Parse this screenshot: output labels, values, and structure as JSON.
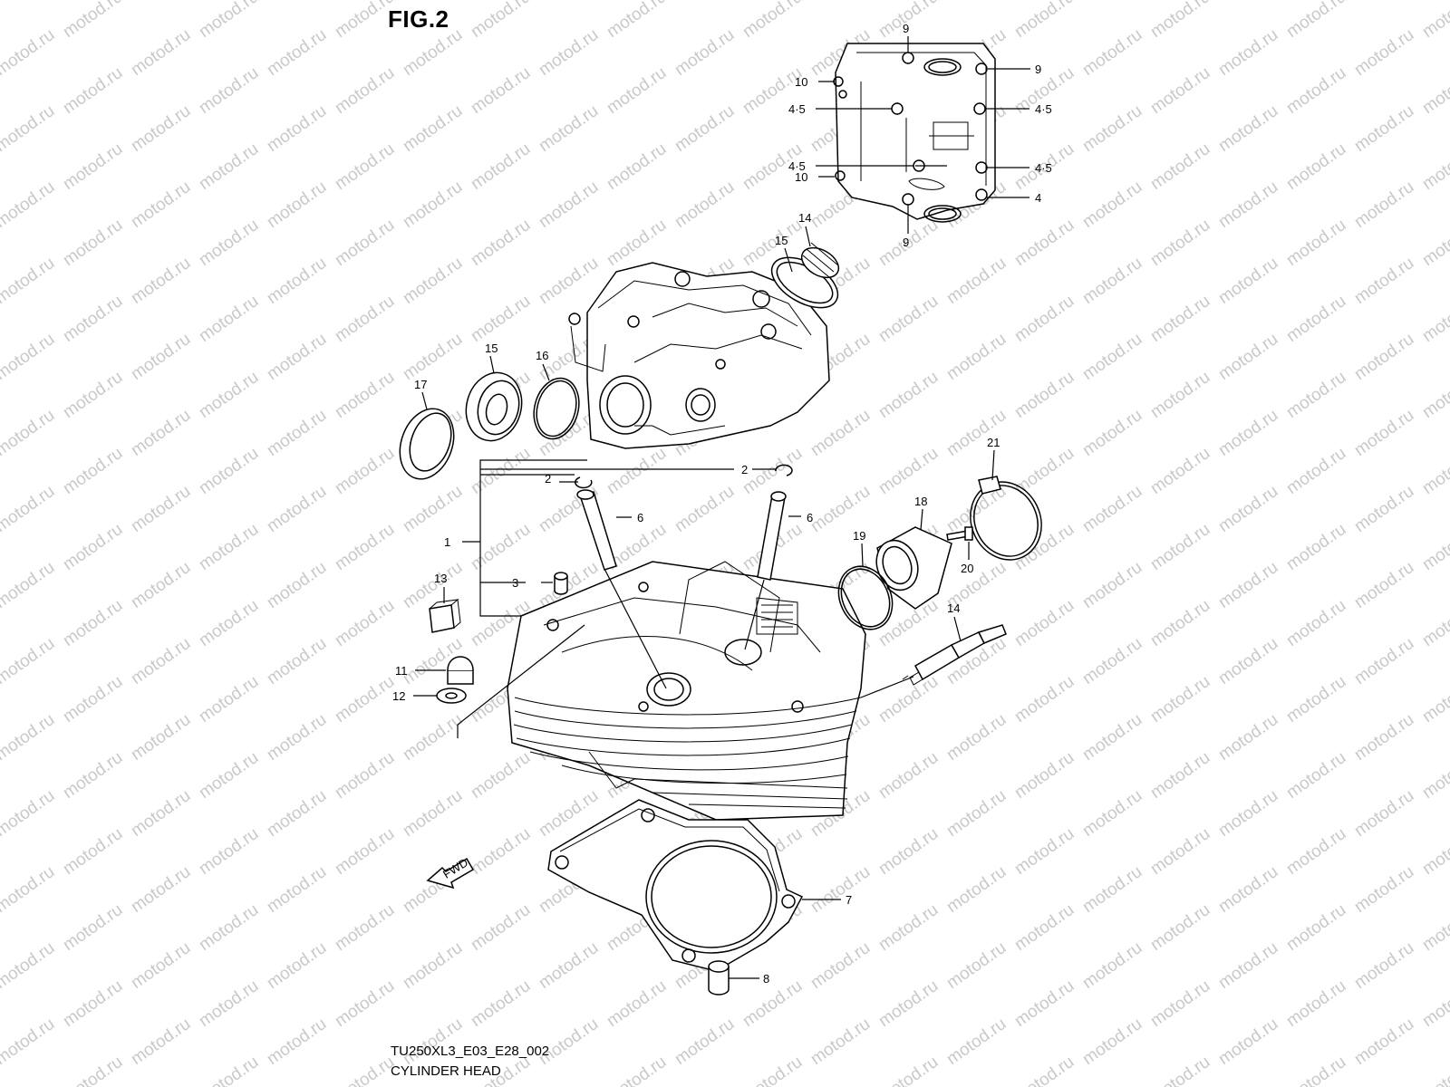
{
  "figure": {
    "title": "FIG.2",
    "model_code": "TU250XL3_E03_E28_002",
    "caption": "CYLINDER HEAD",
    "watermark": "motod.ru",
    "fwd_marker": "FWD"
  },
  "callouts": {
    "c1": "1",
    "c2a": "2",
    "c2b": "2",
    "c3": "3",
    "c4": "4",
    "c45a": "4·5",
    "c45b": "4·5",
    "c45c": "4·5",
    "c45d": "4·5",
    "c6a": "6",
    "c6b": "6",
    "c7": "7",
    "c8": "8",
    "c9a": "9",
    "c9b": "9",
    "c9c": "9",
    "c10a": "10",
    "c10b": "10",
    "c11": "11",
    "c12": "12",
    "c13": "13",
    "c14a": "14",
    "c14b": "14",
    "c15a": "15",
    "c15b": "15",
    "c16": "16",
    "c17": "17",
    "c18": "18",
    "c19": "19",
    "c20": "20",
    "c21": "21"
  }
}
